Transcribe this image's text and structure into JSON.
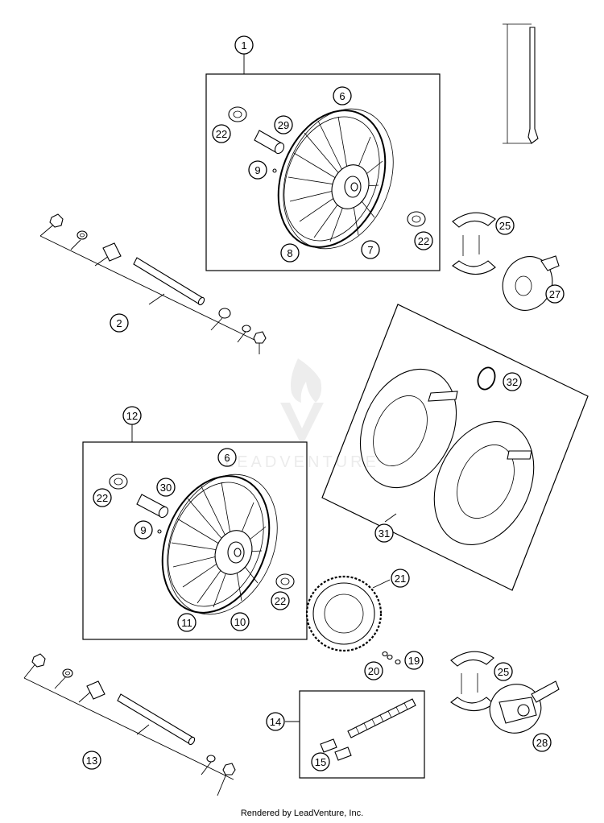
{
  "callouts": [
    {
      "label": "1"
    },
    {
      "label": "6"
    },
    {
      "label": "22"
    },
    {
      "label": "29"
    },
    {
      "label": "9"
    },
    {
      "label": "22"
    },
    {
      "label": "8"
    },
    {
      "label": "7"
    },
    {
      "label": "25"
    },
    {
      "label": "27"
    },
    {
      "label": "2"
    },
    {
      "label": "32"
    },
    {
      "label": "12"
    },
    {
      "label": "6"
    },
    {
      "label": "22"
    },
    {
      "label": "30"
    },
    {
      "label": "9"
    },
    {
      "label": "22"
    },
    {
      "label": "11"
    },
    {
      "label": "10"
    },
    {
      "label": "31"
    },
    {
      "label": "21"
    },
    {
      "label": "20"
    },
    {
      "label": "19"
    },
    {
      "label": "25"
    },
    {
      "label": "14"
    },
    {
      "label": "28"
    },
    {
      "label": "13"
    },
    {
      "label": "15"
    }
  ],
  "watermark": {
    "text": "LEADVENTURE",
    "icon": "flame-v-logo-icon"
  },
  "footer": {
    "text": "Rendered by LeadVenture, Inc."
  }
}
